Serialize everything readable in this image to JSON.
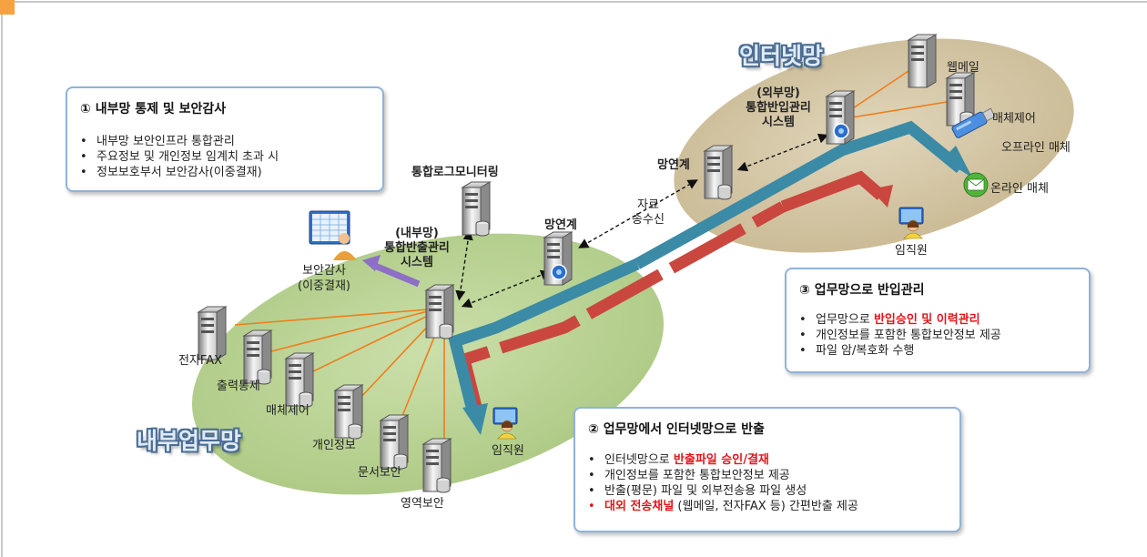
{
  "zones": {
    "internal": "내부업무망",
    "internet": "인터넷망"
  },
  "nodes": {
    "internal_system": [
      "(내부망)",
      "통합반출관리",
      "시스템"
    ],
    "external_system": [
      "(외부망)",
      "통합반입관리",
      "시스템"
    ],
    "log_monitor": "통합로그모니터링",
    "gateway_inner": "망연계",
    "gateway_outer": "망연계",
    "data_transfer": [
      "자료",
      "송수신"
    ],
    "audit": [
      "보안감사",
      "(이중결재)"
    ],
    "employee_inner": "임직원",
    "employee_outer": "임직원",
    "fax": "전자FAX",
    "print": "출력통제",
    "media_ctrl_inner": "매체제어",
    "privacy": "개인정보",
    "doc_security": "문서보안",
    "area_security": "영역보안",
    "webmail": "웹메일",
    "media_ctrl_outer": "매체제어",
    "offline_media": "오프라인 매체",
    "online_media": "온라인 매체"
  },
  "box1": {
    "title": "① 내부망 통제 및 보안감사",
    "items": [
      "내부망 보안인프라 통합관리",
      "주요정보 및 개인정보 임계치 초과 시",
      "정보보호부서 보안감사(이중결재)"
    ]
  },
  "box2": {
    "title": "② 업무망에서 인터넷망으로 반출",
    "item1_pre": "인터넷망으로 ",
    "item1_red": "반출파일 승인/결재",
    "item2": "개인정보를 포함한 통합보안정보 제공",
    "item3": "반출(평문) 파일 및 외부전송용 파일 생성",
    "item4_red": "대외 전송채널",
    "item4_post": " (웹메일, 전자FAX 등) 간편반출 제공"
  },
  "box3": {
    "title": "③ 업무망으로 반입관리",
    "item1_pre": "업무망으로 ",
    "item1_red": "반입승인 및 이력관리",
    "item2": "개인정보를 포함한 통합보안정보 제공",
    "item3": "파일 암/복호화 수행"
  },
  "colors": {
    "internal_zone": "#b9d390",
    "internet_zone": "#d6c9aa",
    "export_arrow": "#3b8aa6",
    "import_arrow": "#c9473f",
    "audit_arrow": "#8d6fc7",
    "box_border": "#8fb3da",
    "connector": "#ef7d1a"
  }
}
